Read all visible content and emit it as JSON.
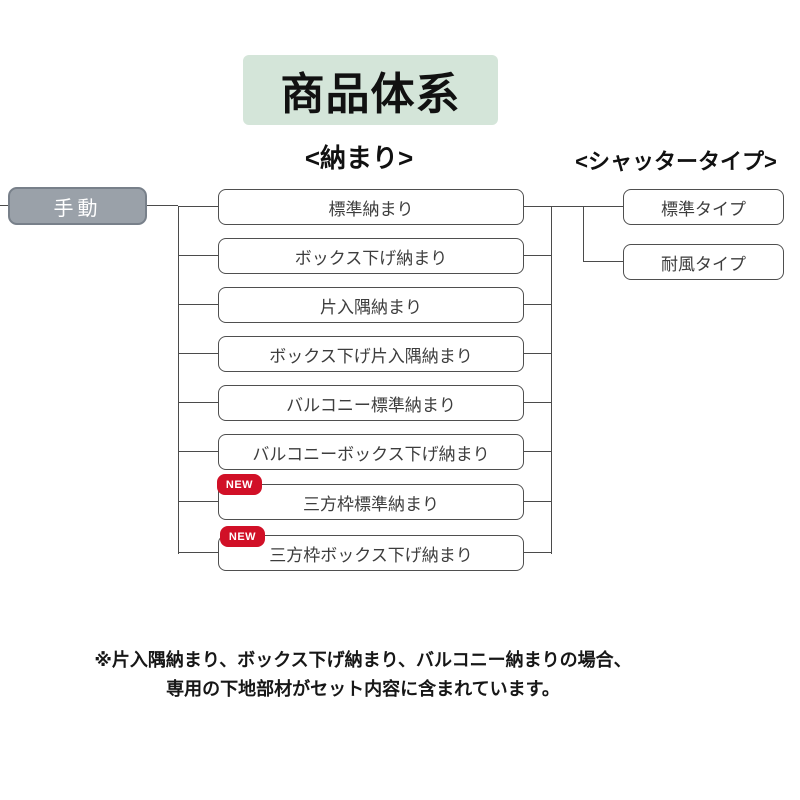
{
  "title": "商品体系",
  "headers": {
    "left": "<納まり>",
    "right": "<シャッタータイプ>"
  },
  "root": {
    "label": "手動"
  },
  "new_badge_label": "NEW",
  "osamari_items": [
    {
      "label": "標準納まり",
      "new": false
    },
    {
      "label": "ボックス下げ納まり",
      "new": false
    },
    {
      "label": "片入隅納まり",
      "new": false
    },
    {
      "label": "ボックス下げ片入隅納まり",
      "new": false
    },
    {
      "label": "バルコニー標準納まり",
      "new": false
    },
    {
      "label": "バルコニーボックス下げ納まり",
      "new": false
    },
    {
      "label": "三方枠標準納まり",
      "new": true
    },
    {
      "label": "三方枠ボックス下げ納まり",
      "new": true
    }
  ],
  "shutter_types": [
    {
      "label": "標準タイプ"
    },
    {
      "label": "耐風タイプ"
    }
  ],
  "footnote": {
    "line1": "※片入隅納まり、ボックス下げ納まり、バルコニー納まりの場合、",
    "line2": "専用の下地部材がセット内容に含まれています。"
  },
  "colors": {
    "title_bg": "#d4e5d9",
    "root_bg": "#9aa1a9",
    "root_border": "#78808a",
    "box_border": "#4f4f4f",
    "line": "#4b4b4b",
    "new_badge_bg": "#d11027",
    "new_badge_text": "#ffffff"
  }
}
